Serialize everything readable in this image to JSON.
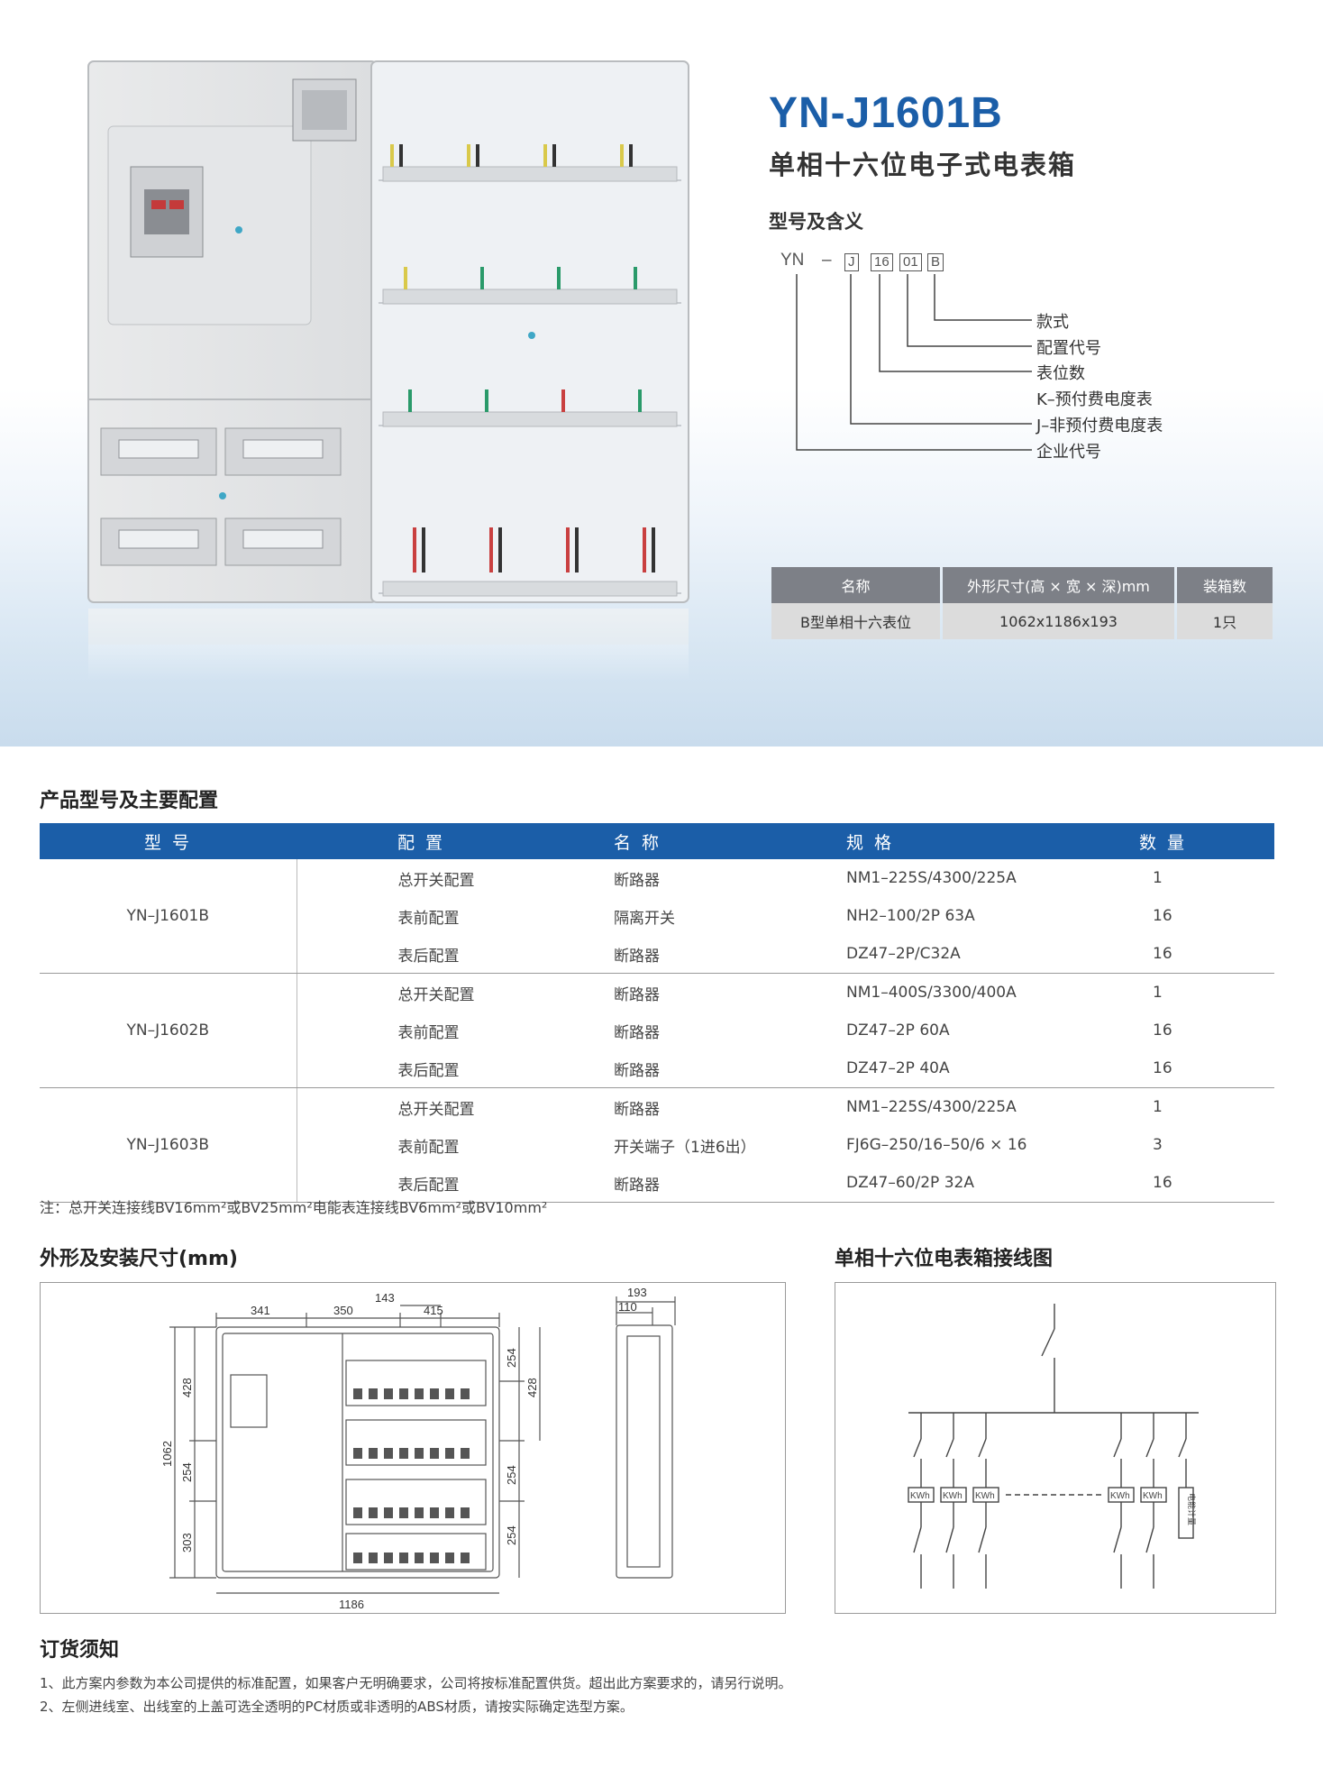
{
  "hero": {
    "model_title": "YN-J1601B",
    "subtitle": "单相十六位电子式电表箱",
    "meaning_heading": "型号及含义",
    "code": {
      "prefix": "YN",
      "dash": "–",
      "parts": [
        "J",
        "16",
        "01",
        "B"
      ]
    },
    "code_labels": [
      "款式",
      "配置代号",
      "表位数",
      "K–预付费电度表",
      "J–非预付费电度表",
      "企业代号"
    ]
  },
  "spec_table": {
    "headers": [
      "名称",
      "外形尺寸(高 × 宽 × 深)mm",
      "装箱数"
    ],
    "row": [
      "B型单相十六表位",
      "1062x1186x193",
      "1只"
    ]
  },
  "config": {
    "heading": "产品型号及主要配置",
    "headers": [
      "型 号",
      "配 置",
      "名 称",
      "规 格",
      "数 量"
    ],
    "groups": [
      {
        "model": "YN–J1601B",
        "rows": [
          [
            "总开关配置",
            "断路器",
            "NM1–225S/4300/225A",
            "1"
          ],
          [
            "表前配置",
            "隔离开关",
            "NH2–100/2P 63A",
            "16"
          ],
          [
            "表后配置",
            "断路器",
            "DZ47–2P/C32A",
            "16"
          ]
        ]
      },
      {
        "model": "YN–J1602B",
        "rows": [
          [
            "总开关配置",
            "断路器",
            "NM1–400S/3300/400A",
            "1"
          ],
          [
            "表前配置",
            "断路器",
            "DZ47–2P 60A",
            "16"
          ],
          [
            "表后配置",
            "断路器",
            "DZ47–2P 40A",
            "16"
          ]
        ]
      },
      {
        "model": "YN–J1603B",
        "rows": [
          [
            "总开关配置",
            "断路器",
            "NM1–225S/4300/225A",
            "1"
          ],
          [
            "表前配置",
            "开关端子（1进6出）",
            "FJ6G–250/16–50/6 × 16",
            "3"
          ],
          [
            "表后配置",
            "断路器",
            "DZ47–60/2P 32A",
            "16"
          ]
        ]
      }
    ],
    "note": "注：总开关连接线BV16mm²或BV25mm²电能表连接线BV6mm²或BV10mm²"
  },
  "dimensions": {
    "heading": "外形及安装尺寸(mm)",
    "top_dims": [
      "341",
      "350",
      "143",
      "415"
    ],
    "width": "1186",
    "left_dims": [
      "1062",
      "428",
      "254",
      "303"
    ],
    "right_dims": [
      "254",
      "428",
      "254",
      "254"
    ],
    "depth_dims": [
      "193",
      "110"
    ]
  },
  "wiring": {
    "heading": "单相十六位电表箱接线图",
    "meter_label": "KWh",
    "box_label": "电能计量"
  },
  "order": {
    "heading": "订货须知",
    "lines": [
      "1、此方案内参数为本公司提供的标准配置，如果客户无明确要求，公司将按标准配置供货。超出此方案要求的，请另行说明。",
      "2、左侧进线室、出线室的上盖可选全透明的PC材质或非透明的ABS材质，请按实际确定选型方案。"
    ]
  },
  "colors": {
    "brand_blue": "#1b5ea8",
    "table_header_gray": "#7d8087",
    "table_row_gray": "#dcdcdc"
  }
}
